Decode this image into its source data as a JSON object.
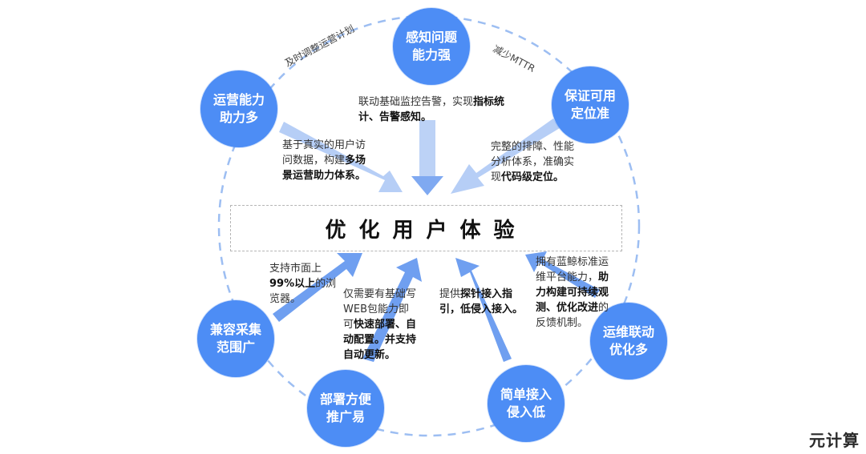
{
  "center": {
    "title": "优化用户体验"
  },
  "nodes": {
    "perception": "感知问题\n能力强",
    "operations": "运营能力\n助力多",
    "availability": "保证可用\n定位准",
    "compatibility": "兼容采集\n范围广",
    "deployment": "部署方便\n推广易",
    "simple_access": "简单接入\n侵入低",
    "ops_linkage": "运维联动\n优化多"
  },
  "arc_labels": {
    "adjust_plan": "及时调整运营计划",
    "reduce_mttr": "减少MTTR"
  },
  "descriptions": {
    "perception": {
      "pre": "联动基础监控告警，实现",
      "bold": "指标统\n计、告警感知。",
      "post": ""
    },
    "operations": {
      "pre": "基于真实的用户访\n问数据，构建",
      "bold": "多场\n景运营助力体系。",
      "post": ""
    },
    "availability": {
      "pre": "完整的排障、性能\n分析体系，准确实\n现",
      "bold": "代码级定位。",
      "post": ""
    },
    "compatibility": {
      "pre": "支持市面上\n",
      "bold": "99%以上",
      "post": "的浏\n览器。"
    },
    "deployment": {
      "pre": "仅需要有基础写\nWEB包能力即\n可",
      "bold": "快速部署、自\n动配置。并支持\n自动更新。",
      "post": ""
    },
    "simple_access": {
      "pre": "提供",
      "bold": "探针接入指\n引，低侵入接入。",
      "post": ""
    },
    "ops_linkage": {
      "pre": "拥有蓝鲸标准运\n维平台能力，",
      "bold": "助\n力构建可持续观\n测、优化改进",
      "post": "的\n反馈机制。"
    }
  },
  "colors": {
    "node": "#4d8df5",
    "ring": "#9dbef2",
    "arrow": "#6f9ff0"
  },
  "icons": [
    "arrow-icon"
  ],
  "watermark": "元计算"
}
